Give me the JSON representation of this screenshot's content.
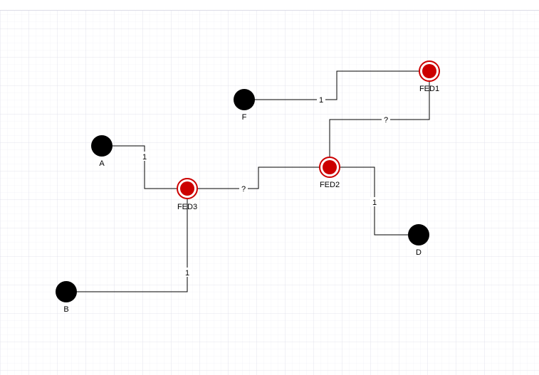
{
  "colors": {
    "grid": "#e6e6f0",
    "edge": "#000000",
    "node_plain": "#000000",
    "node_fed": "#cc0000",
    "fed_ring": "#cc0000"
  },
  "nodes": [
    {
      "id": "F",
      "label": "F",
      "kind": "plain"
    },
    {
      "id": "FED1",
      "label": "FED1",
      "kind": "fed"
    },
    {
      "id": "A",
      "label": "A",
      "kind": "plain"
    },
    {
      "id": "FED3",
      "label": "FED3",
      "kind": "fed"
    },
    {
      "id": "FED2",
      "label": "FED2",
      "kind": "fed"
    },
    {
      "id": "D",
      "label": "D",
      "kind": "plain"
    },
    {
      "id": "B",
      "label": "B",
      "kind": "plain"
    }
  ],
  "edges": [
    {
      "from": "F",
      "to": "FED1",
      "label": "1"
    },
    {
      "from": "FED2",
      "to": "FED1",
      "label": "?"
    },
    {
      "from": "A",
      "to": "FED3",
      "label": "1"
    },
    {
      "from": "FED3",
      "to": "FED2",
      "label": "?"
    },
    {
      "from": "FED2",
      "to": "D",
      "label": "1"
    },
    {
      "from": "B",
      "to": "FED3",
      "label": "1"
    }
  ]
}
